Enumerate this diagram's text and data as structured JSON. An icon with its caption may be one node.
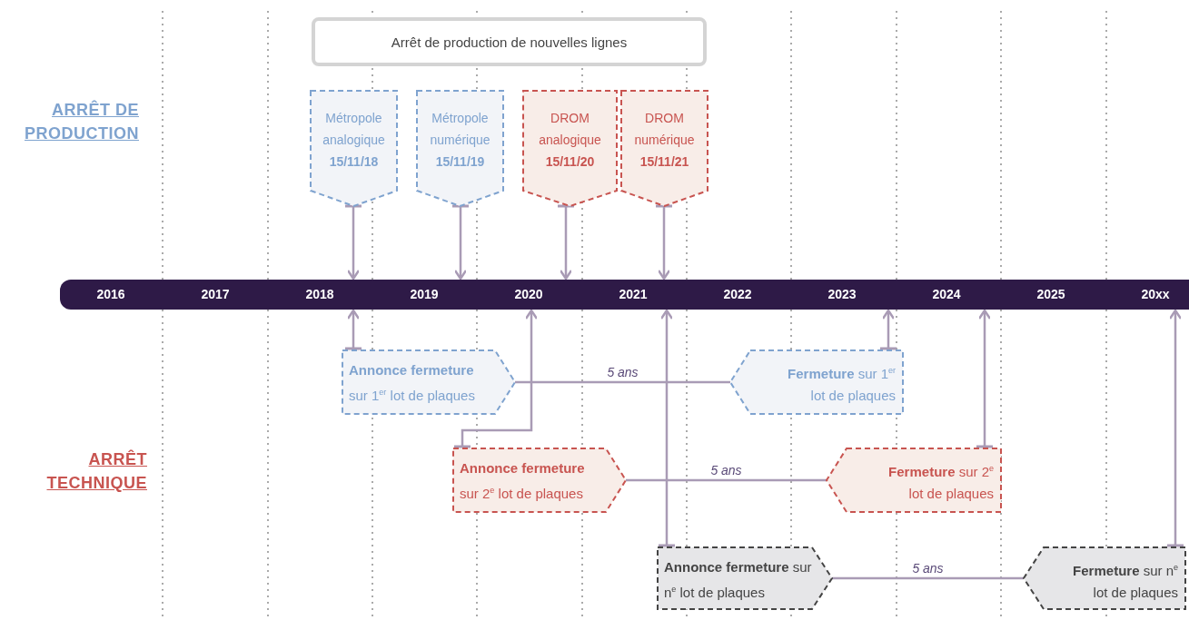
{
  "diagram": {
    "nodes": [
      {
        "text": [
          "Arrêt de production de nouvelles lignes"
        ]
      },
      {
        "text": [
          "Métropole analogique",
          "15/11/18"
        ]
      },
      {
        "text": [
          "Métropole numérique",
          "15/11/19"
        ]
      },
      {
        "text": [
          "DROM analogique",
          "15/11/20"
        ]
      },
      {
        "text": [
          "DROM numérique",
          "15/11/21"
        ]
      },
      {
        "text": [
          "2016",
          "2017",
          "2018",
          "2019",
          "2020",
          "2021",
          "2022",
          "2023",
          "2024",
          "2025",
          "20xx"
        ]
      },
      {
        "text": [
          "**Annonce fermeture** sur 1$^{er}$ lot de plaques"
        ]
      },
      {
        "text": [
          "**Fermeture** sur 1$^{er}$ lot de plaques"
        ]
      },
      {
        "text": [
          "**Annonce fermeture** sur 2$^{e}$ lot de plaques"
        ]
      },
      {
        "text": [
          "**Fermeture** sur 2$^{e}$ lot de plaques"
        ]
      },
      {
        "text": [
          "**Annonce fermeture** sur n$^{e}$ lot de plaques"
        ]
      },
      {
        "text": [
          "**Fermeture** sur n$^{e}$ lot de plaques"
        ]
      }
    ],
    "edges": [
      {
        "from": 1,
        "to": 5,
        "arrow": "to"
      },
      {
        "from": 2,
        "to": 5,
        "arrow": "to"
      },
      {
        "from": 3,
        "to": 5,
        "arrow": "to"
      },
      {
        "from": 4,
        "to": 5,
        "arrow": "to"
      },
      {
        "from": 6,
        "to": 5,
        "arrow": "to"
      },
      {
        "from": 8,
        "to": 5,
        "arrow": "to"
      },
      {
        "from": 10,
        "to": 5,
        "arrow": "to"
      },
      {
        "from": 7,
        "to": 5,
        "arrow": "to"
      },
      {
        "from": 9,
        "to": 5,
        "arrow": "to"
      },
      {
        "from": 11,
        "to": 5,
        "arrow": "to"
      },
      {
        "from": 6,
        "to": 7,
        "arrow": "none",
        "label": "5 ans"
      },
      {
        "from": 8,
        "to": 9,
        "arrow": "none",
        "label": "5 ans"
      },
      {
        "from": 10,
        "to": 11,
        "arrow": "none",
        "label": "5 ans"
      }
    ],
    "labels": [
      "ARRÊT DE PRODUCTION",
      "ARRÊT TECHNIQUE"
    ]
  }
}
